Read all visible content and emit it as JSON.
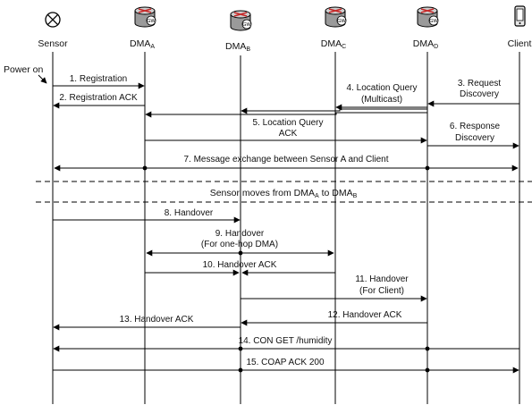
{
  "power_label": "Power on",
  "entities": [
    {
      "id": "sensor",
      "label": "Sensor",
      "sub": "",
      "icon": "sensor-icon"
    },
    {
      "id": "dma_a",
      "label": "DMA",
      "sub": "A",
      "icon": "gateway-router-icon"
    },
    {
      "id": "dma_b",
      "label": "DMA",
      "sub": "B",
      "icon": "gateway-router-icon"
    },
    {
      "id": "dma_c",
      "label": "DMA",
      "sub": "C",
      "icon": "gateway-router-icon"
    },
    {
      "id": "dma_d",
      "label": "DMA",
      "sub": "D",
      "icon": "gateway-router-icon"
    },
    {
      "id": "client",
      "label": "Client",
      "sub": "",
      "icon": "mobile-phone-icon"
    }
  ],
  "gateway_text": "GW",
  "section_note": {
    "text_before": "Sensor moves from DMA",
    "sub1": "A",
    "text_mid": " to DMA",
    "sub2": "B"
  },
  "messages": {
    "m1": "1. Registration",
    "m2": "2. Registration ACK",
    "m3a": "3. Request",
    "m3b": "Discovery",
    "m4a": "4. Location Query",
    "m4b": "(Multicast)",
    "m5a": "5. Location Query",
    "m5b": "ACK",
    "m6a": "6. Response",
    "m6b": "Discovery",
    "m7": "7. Message exchange between Sensor A and Client",
    "m8": "8. Handover",
    "m9a": "9. Handover",
    "m9b": "(For one-hop DMA)",
    "m10": "10. Handover ACK",
    "m11a": "11. Handover",
    "m11b": "(For Client)",
    "m12": "12. Handover ACK",
    "m13": "13. Handover ACK",
    "m14": "14. CON GET /humidity",
    "m15": "15. COAP ACK 200"
  }
}
